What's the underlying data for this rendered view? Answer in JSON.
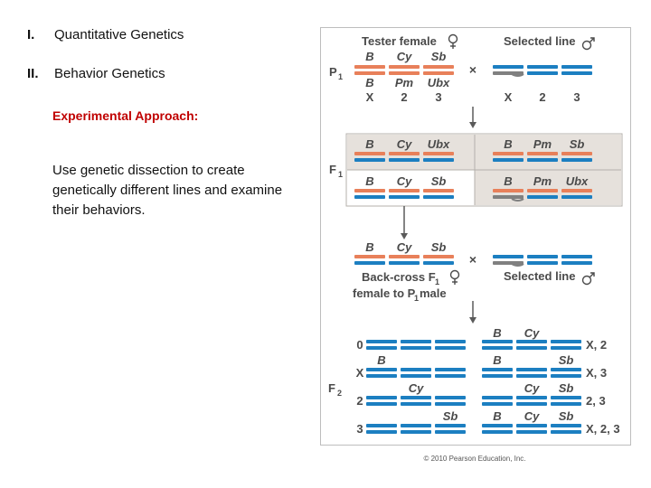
{
  "outline": [
    {
      "num": "I.",
      "text": "Quantitative Genetics"
    },
    {
      "num": "II.",
      "text": "Behavior Genetics"
    }
  ],
  "approach_heading": "Experimental Approach:",
  "approach_text": "Use genetic dissection to create genetically different lines and examine their behaviors.",
  "colors": {
    "orange": "#e8805a",
    "blue": "#1c7fc1",
    "gray": "#808080",
    "panel": "#e6e1dc",
    "panel_line": "#b4b0ab",
    "text": "#4a4a4a"
  },
  "diagram": {
    "p1_label": "P",
    "p1_sub": "1",
    "f1_label": "F",
    "f1_sub": "1",
    "f2_label": "F",
    "f2_sub": "2",
    "tester_female": "Tester female",
    "selected_line_male": "Selected line",
    "selected_line_male_2": "Selected line",
    "tester_top": [
      "B",
      "Cy",
      "Sb"
    ],
    "tester_bottom": [
      "B",
      "Pm",
      "Ubx"
    ],
    "chrom_nums_left": [
      "X",
      "2",
      "3"
    ],
    "chrom_nums_right": [
      "X",
      "2",
      "3"
    ],
    "cross": "×",
    "cross2": "×",
    "f1_left_top": [
      "B",
      "Cy",
      "Ubx"
    ],
    "f1_right_top": [
      "B",
      "Pm",
      "Sb"
    ],
    "f1_left_bottom": [
      "B",
      "Cy",
      "Sb"
    ],
    "f1_right_bottom": [
      "B",
      "Pm",
      "Ubx"
    ],
    "backcross_labels": [
      "B",
      "Cy",
      "Sb"
    ],
    "backcross_line1": "Back-cross F",
    "backcross_sub": "1",
    "backcross_line2a": "female to P",
    "backcross_line2_sub": "1",
    "backcross_line2b": " male",
    "f2_header_right": [
      "B",
      "Cy"
    ],
    "f2_rows": [
      {
        "label": "0",
        "left": [
          "",
          "",
          ""
        ],
        "right": [
          "",
          "",
          ""
        ],
        "suffix": "X, 2"
      },
      {
        "label": "X",
        "left": [
          "B",
          "",
          ""
        ],
        "right": [
          "B",
          "",
          "Sb"
        ],
        "suffix": "X, 3"
      },
      {
        "label": "2",
        "left": [
          "",
          "Cy",
          ""
        ],
        "right": [
          "",
          "Cy",
          "Sb"
        ],
        "suffix": "2, 3"
      },
      {
        "label": "3",
        "left": [
          "",
          "",
          "Sb"
        ],
        "right": [
          "B",
          "Cy",
          "Sb"
        ],
        "suffix": "X, 2, 3"
      }
    ],
    "copyright": "© 2010 Pearson Education, Inc."
  }
}
